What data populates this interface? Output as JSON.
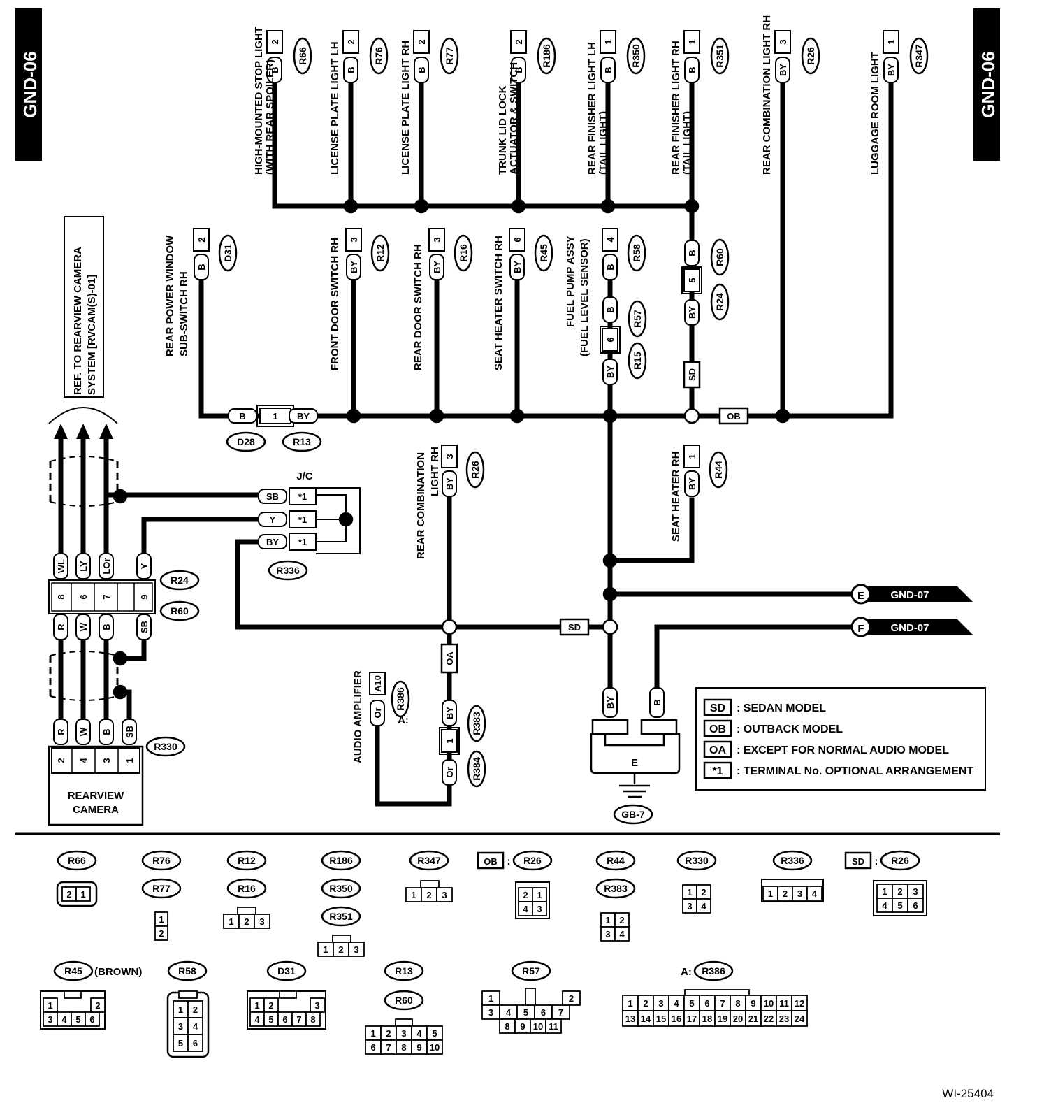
{
  "page": {
    "tag_left": "GND-06",
    "tag_right": "GND-06",
    "figure_id": "WI-25404"
  },
  "top_loads": [
    {
      "name": "HIGH-MOUNTED STOP LIGHT",
      "sub": "(WITH REAR SPOILER)",
      "pin": "2",
      "color": "B",
      "conn": "R66"
    },
    {
      "name": "LICENSE PLATE LIGHT LH",
      "sub": "",
      "pin": "2",
      "color": "B",
      "conn": "R76"
    },
    {
      "name": "LICENSE PLATE LIGHT RH",
      "sub": "",
      "pin": "2",
      "color": "B",
      "conn": "R77"
    },
    {
      "name": "TRUNK LID LOCK",
      "sub": "ACTUATOR & SWITCH",
      "pin": "2",
      "color": "B",
      "conn": "R186"
    },
    {
      "name": "REAR FINISHER LIGHT LH",
      "sub": "(TAIL LIGHT)",
      "pin": "1",
      "color": "B",
      "conn": "R350"
    },
    {
      "name": "REAR FINISHER LIGHT RH",
      "sub": "(TAIL LIGHT)",
      "pin": "1",
      "color": "B",
      "conn": "R351"
    },
    {
      "name": "REAR COMBINATION LIGHT RH",
      "sub": "",
      "pin": "3",
      "color": "BY",
      "conn": "R26"
    },
    {
      "name": "LUGGAGE ROOM LIGHT",
      "sub": "",
      "pin": "1",
      "color": "BY",
      "conn": "R347"
    }
  ],
  "mid_loads": [
    {
      "name": "REAR POWER WINDOW",
      "sub": "SUB-SWITCH RH",
      "pin": "2",
      "color": "B",
      "conn": "D31"
    },
    {
      "name": "FRONT DOOR SWITCH RH",
      "sub": "",
      "pin": "3",
      "color": "BY",
      "conn": "R12"
    },
    {
      "name": "REAR DOOR SWITCH RH",
      "sub": "",
      "pin": "3",
      "color": "BY",
      "conn": "R16"
    },
    {
      "name": "SEAT HEATER SWITCH RH",
      "sub": "",
      "pin": "6",
      "color": "BY",
      "conn": "R45"
    },
    {
      "name": "FUEL PUMP ASSY",
      "sub": "(FUEL LEVEL SENSOR)",
      "pin": "4",
      "color": "B",
      "conn": "R58"
    }
  ],
  "joints": {
    "fuel": {
      "upper_color": "B",
      "upper_conn": "R57",
      "pin": "6",
      "lower_color": "BY",
      "lower_conn": "R15"
    },
    "rh": {
      "upper_color": "B",
      "upper_conn": "R60",
      "pin": "5",
      "lower_color": "BY",
      "lower_conn": "R24",
      "variant": "SD"
    },
    "d28": {
      "left_color": "B",
      "pin": "1",
      "right_color": "BY",
      "left_conn": "D28",
      "right_conn": "R13"
    },
    "ob": "OB",
    "r383": {
      "upper_color": "BY",
      "pin": "1",
      "lower_color": "Or",
      "upper_conn": "R383",
      "lower_conn": "R384",
      "variant": "OA"
    }
  },
  "ref_box": {
    "line1": "REF. TO REARVIEW CAMERA",
    "line2": "SYSTEM [RVCAM(S)-01]"
  },
  "jc": {
    "title": "J/C",
    "conn": "R336",
    "rows": [
      {
        "color": "SB",
        "pin": "*1"
      },
      {
        "color": "Y",
        "pin": "*1"
      },
      {
        "color": "BY",
        "pin": "*1"
      }
    ]
  },
  "camera": {
    "name1": "REARVIEW",
    "name2": "CAMERA",
    "upper_colors": [
      "WL",
      "LY",
      "LOr",
      "Y"
    ],
    "joint_pins": [
      "8",
      "6",
      "7",
      "9"
    ],
    "joint_conns": [
      "R24",
      "R60"
    ],
    "lower_colors": [
      "R",
      "W",
      "B",
      "SB"
    ],
    "cam_colors": [
      "R",
      "W",
      "B",
      "SB"
    ],
    "cam_pins": [
      "2",
      "4",
      "3",
      "1"
    ],
    "cam_conn": "R330"
  },
  "rear_combo2": {
    "name": "REAR COMBINATION",
    "sub": "LIGHT RH",
    "pin": "3",
    "color": "BY",
    "conn": "R26"
  },
  "seat_heater": {
    "name": "SEAT HEATER RH",
    "pin": "1",
    "color": "BY",
    "conn": "R44"
  },
  "audio": {
    "name": "AUDIO AMPLIFIER",
    "pin": "A10",
    "color": "Or",
    "conn": "R386",
    "prefix": "A:"
  },
  "sd_label": "SD",
  "outputs": [
    {
      "letter": "E",
      "target": "GND-07"
    },
    {
      "letter": "F",
      "target": "GND-07"
    }
  ],
  "ground": {
    "letter": "E",
    "left_color": "BY",
    "right_color": "B",
    "conn": "GB-7"
  },
  "legend": [
    {
      "code": "SD",
      "text": ": SEDAN MODEL"
    },
    {
      "code": "OB",
      "text": ": OUTBACK MODEL"
    },
    {
      "code": "OA",
      "text": ": EXCEPT FOR NORMAL AUDIO MODEL"
    },
    {
      "code": "*1",
      "text": ": TERMINAL No. OPTIONAL ARRANGEMENT"
    }
  ],
  "connectors": {
    "c1": {
      "ids": [
        "R66"
      ]
    },
    "c2": {
      "ids": [
        "R76",
        "R77"
      ]
    },
    "c3": {
      "ids": [
        "R12",
        "R16"
      ]
    },
    "c4": {
      "ids": [
        "R186",
        "R350",
        "R351"
      ]
    },
    "c5": {
      "ids": [
        "R347"
      ]
    },
    "c6": {
      "prefix": "OB",
      "ids": [
        "R26"
      ]
    },
    "c7": {
      "ids": [
        "R44",
        "R383"
      ]
    },
    "c8": {
      "ids": [
        "R330"
      ]
    },
    "c9": {
      "ids": [
        "R336"
      ]
    },
    "c10": {
      "prefix": "SD",
      "ids": [
        "R26"
      ]
    },
    "c11": {
      "ids": [
        "R45"
      ],
      "note": "(BROWN)"
    },
    "c12": {
      "ids": [
        "R58"
      ]
    },
    "c13": {
      "ids": [
        "D31"
      ]
    },
    "c14": {
      "ids": [
        "R13",
        "R60"
      ]
    },
    "c15": {
      "ids": [
        "R57"
      ]
    },
    "c16": {
      "prefix": "A:",
      "ids": [
        "R386"
      ]
    }
  }
}
